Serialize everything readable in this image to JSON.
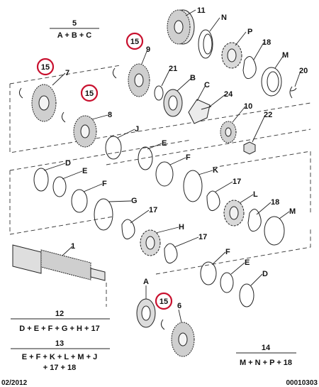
{
  "formulas": {
    "f5": {
      "number": "5",
      "expr": "A + B + C"
    },
    "f12": {
      "number": "12",
      "expr": "D + E + F + G + H + 17"
    },
    "f13": {
      "number": "13",
      "expr1": "E + F + K + L + M + J",
      "expr2": "+ 17 + 18"
    },
    "f14": {
      "number": "14",
      "expr": "M + N + P + 18"
    }
  },
  "footer": {
    "date": "02/2012",
    "ref": "00010303"
  },
  "callout": "15",
  "labels": {
    "l11": "11",
    "lN1": "N",
    "lP": "P",
    "l18a": "18",
    "lM1": "M",
    "l20": "20",
    "l9": "9",
    "l21": "21",
    "lB": "B",
    "lC": "C",
    "l24": "24",
    "l10": "10",
    "l22": "22",
    "l7": "7",
    "l8": "8",
    "lJ": "J",
    "lE1": "E",
    "lF1": "F",
    "lK": "K",
    "l17a": "17",
    "lL": "L",
    "l18b": "18",
    "lM2": "M",
    "lD1": "D",
    "lE2": "E",
    "lF2": "F",
    "lG": "G",
    "l17b": "17",
    "lH": "H",
    "l17c": "17",
    "l1": "1",
    "lF3": "F",
    "lE3": "E",
    "lD2": "D",
    "lA": "A",
    "l6": "6"
  }
}
